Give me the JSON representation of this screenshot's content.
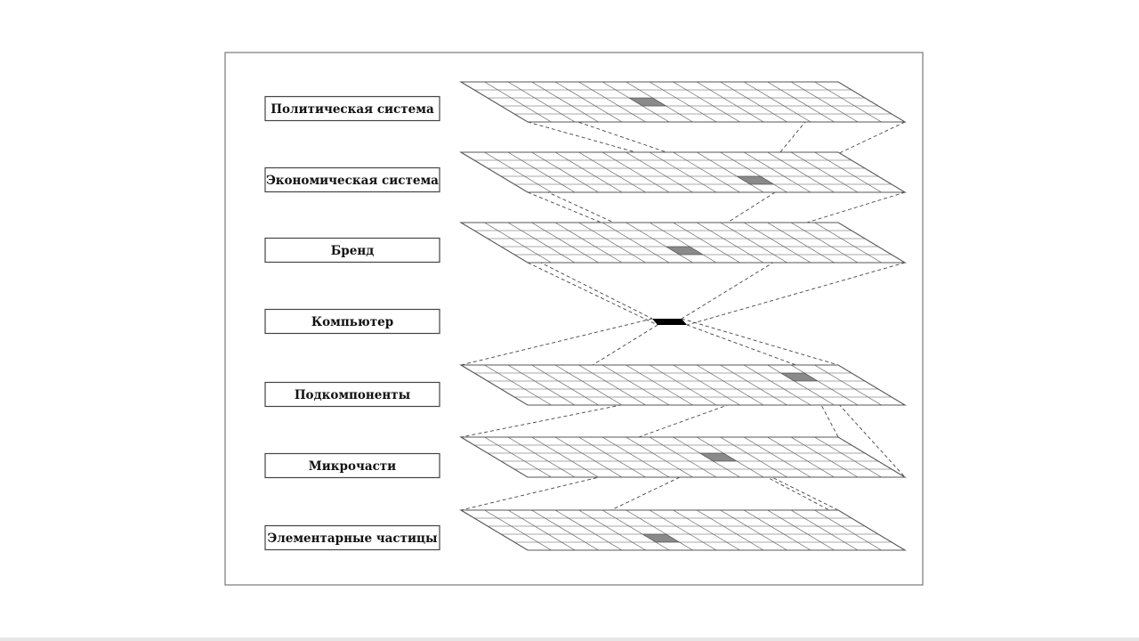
{
  "layers": [
    {
      "label": "Политическая система"
    },
    {
      "label": "Экономическая система"
    },
    {
      "label": "Бренд"
    },
    {
      "label": "Компьютер"
    },
    {
      "label": "Подкомпоненты"
    },
    {
      "label": "Микрочасти"
    },
    {
      "label": "Элементарные частицы"
    }
  ],
  "colors": {
    "frame": "#777777",
    "grid": "#555555",
    "cell_highlight": "#8a8a8a",
    "focus": "#000000"
  }
}
